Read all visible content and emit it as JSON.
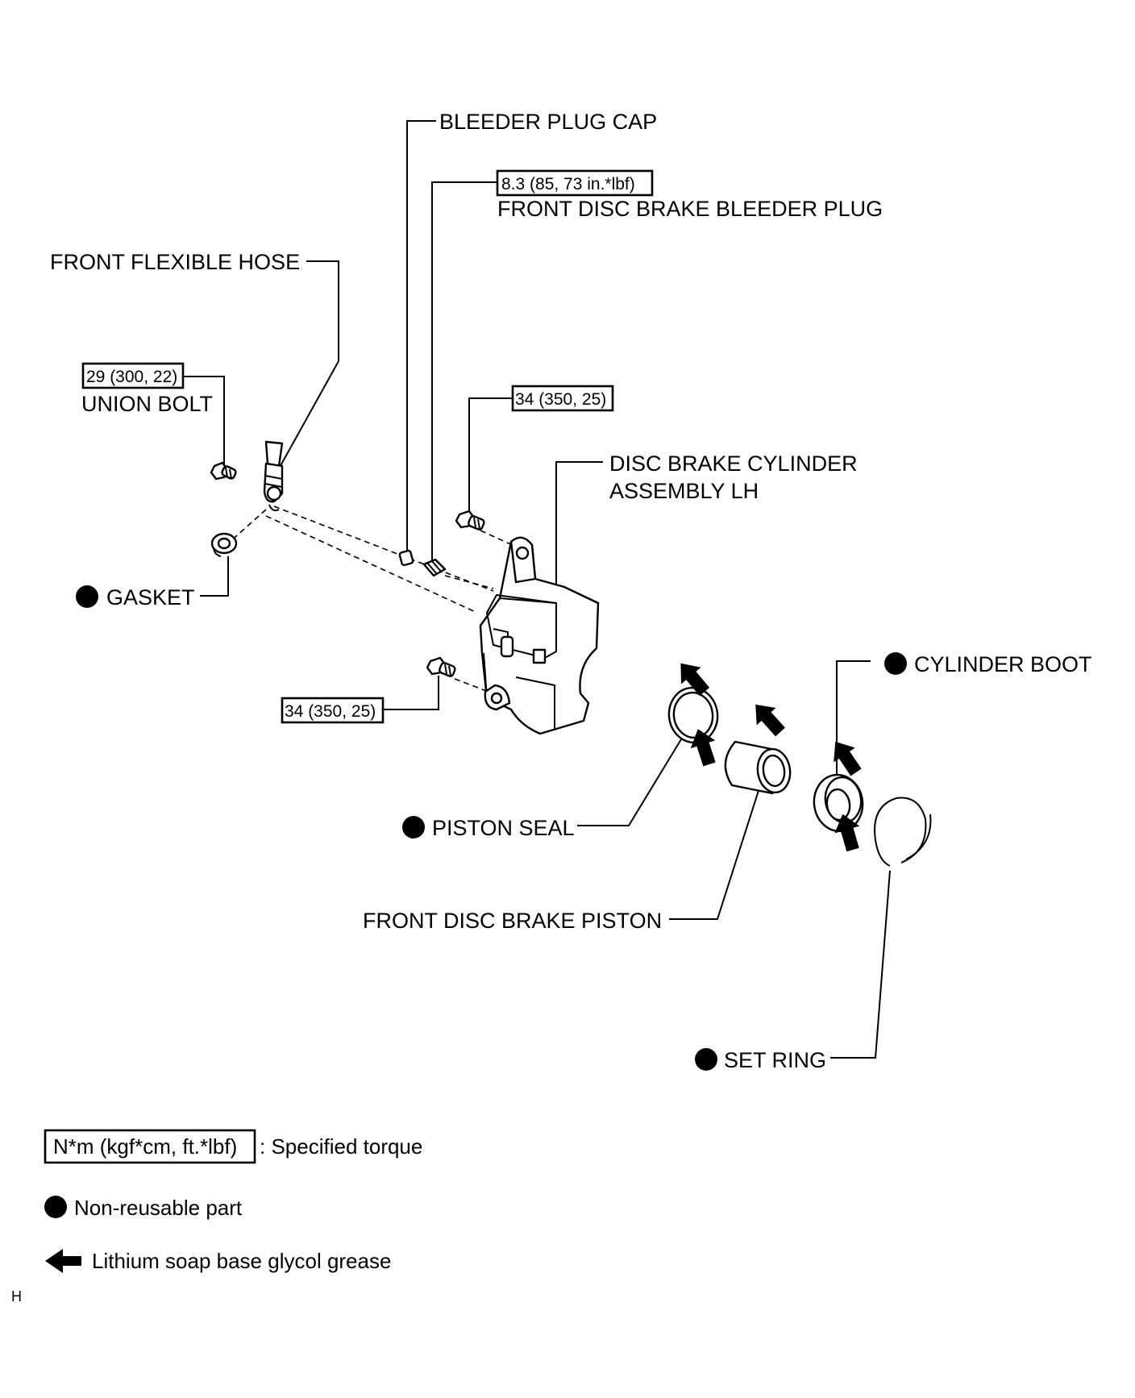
{
  "labels": {
    "bleeder_plug_cap": "BLEEDER PLUG CAP",
    "front_disc_brake_bleeder_plug": "FRONT DISC BRAKE BLEEDER PLUG",
    "front_flexible_hose": "FRONT FLEXIBLE HOSE",
    "union_bolt": "UNION BOLT",
    "disc_brake_cylinder_line1": "DISC BRAKE CYLINDER",
    "disc_brake_cylinder_line2": "ASSEMBLY LH",
    "gasket": "GASKET",
    "cylinder_boot": "CYLINDER BOOT",
    "piston_seal": "PISTON SEAL",
    "front_disc_brake_piston": "FRONT DISC BRAKE PISTON",
    "set_ring": "SET RING"
  },
  "torques": {
    "bleeder_plug": "8.3 (85, 73 in.*lbf)",
    "union_bolt": "29 (300, 22)",
    "upper_bolt": "34 (350, 25)",
    "lower_bolt": "34 (350, 25)"
  },
  "legend": {
    "torque_box": "N*m (kgf*cm, ft.*lbf)",
    "torque_text": ": Specified torque",
    "nonreusable_text": "Non-reusable part",
    "grease_text": "Lithium soap base glycol grease"
  },
  "corner_mark": "H",
  "icons": {
    "nonreusable": "filled-circle-icon",
    "grease": "thick-arrow-icon"
  }
}
